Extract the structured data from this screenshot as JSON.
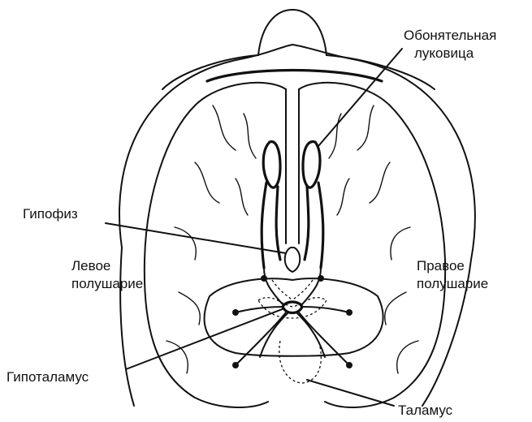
{
  "labels": {
    "olfactory_bulb_line1": "Обонятельная",
    "olfactory_bulb_line2": "луковица",
    "pituitary": "Гипофиз",
    "left_hemisphere_line1": "Левое",
    "left_hemisphere_line2": "полушарие",
    "right_hemisphere_line1": "Правое",
    "right_hemisphere_line2": "полушарие",
    "hypothalamus": "Гипоталамус",
    "thalamus": "Таламус"
  }
}
